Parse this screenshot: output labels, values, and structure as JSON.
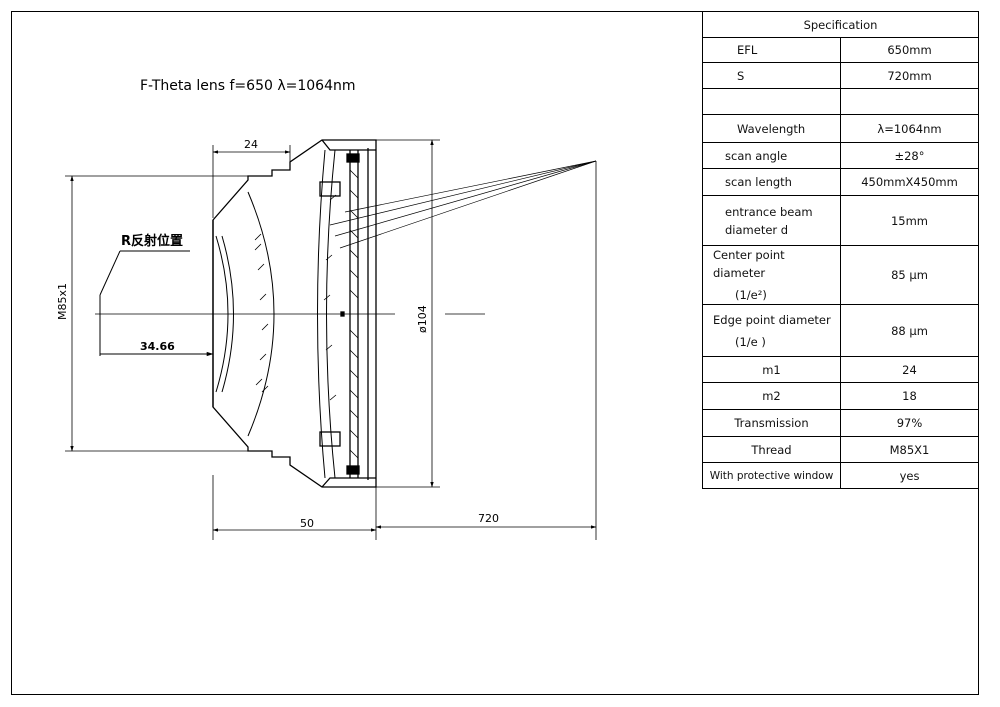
{
  "title": "F-Theta lens   f=650     λ=1064nm",
  "dims": {
    "top_width": "24",
    "thread": "M85x1",
    "mirror_label": "R反射位置",
    "mirror_distance": "34.66",
    "diameter": "ø104",
    "length": "50",
    "working_distance": "720"
  },
  "spec": {
    "header": "Specification",
    "rows": [
      {
        "label": "EFL",
        "value": "650mm"
      },
      {
        "label": "S",
        "value": "720mm"
      },
      {
        "label": "",
        "value": ""
      },
      {
        "label": "Wavelength",
        "value": "λ=1064nm"
      },
      {
        "label": "scan  angle",
        "value": "±28°"
      },
      {
        "label": "scan  length",
        "value": "450mmX450mm"
      },
      {
        "label": "entrance  beam",
        "label2": "diameter  d",
        "value": "15mm"
      },
      {
        "label": "Center  point  diameter",
        "label2": "(1/e²)",
        "value": "85  µm"
      },
      {
        "label": "Edge  point    diameter",
        "label2": "(1/e  )",
        "value": "88  µm"
      },
      {
        "label": "m1",
        "value": "24"
      },
      {
        "label": "m2",
        "value": "18"
      },
      {
        "label": "Transmission",
        "value": "97%"
      },
      {
        "label": "Thread",
        "value": "M85X1"
      },
      {
        "label": "With  protective  window",
        "value": "yes"
      }
    ]
  }
}
